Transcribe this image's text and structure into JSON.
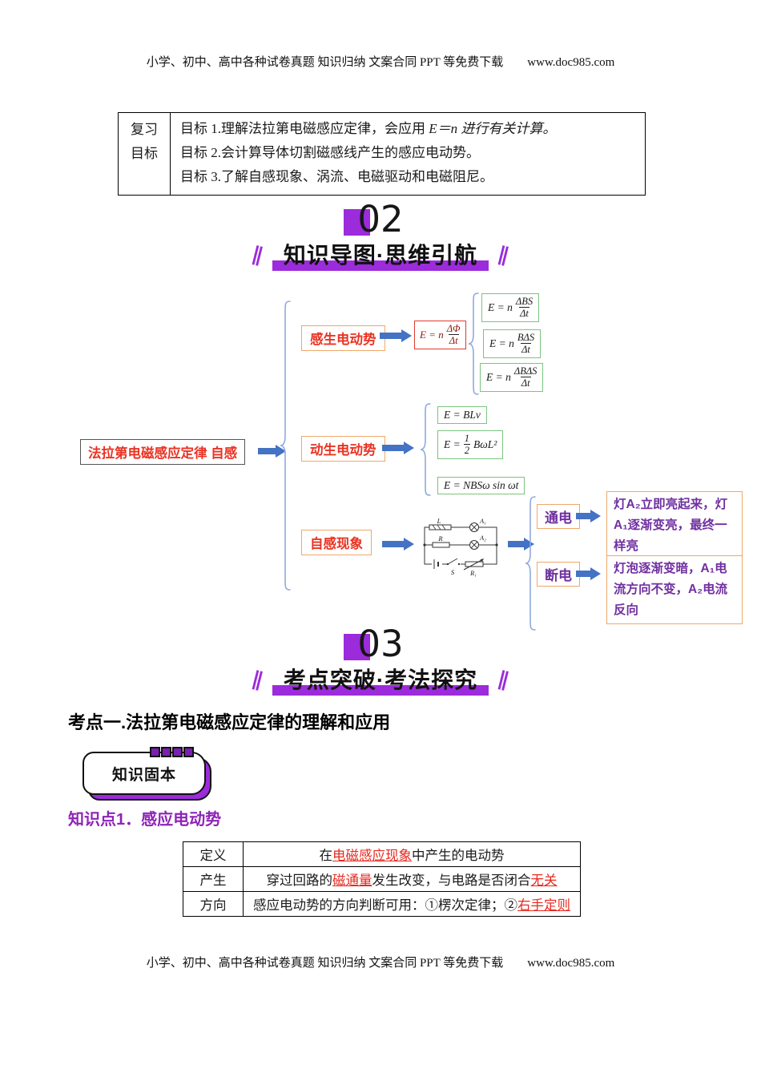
{
  "header": {
    "text": "小学、初中、高中各种试卷真题 知识归纳 文案合同 PPT 等免费下载",
    "site": "www.doc985.com"
  },
  "footer": {
    "text": "小学、初中、高中各种试卷真题 知识归纳 文案合同 PPT 等免费下载",
    "site": "www.doc985.com"
  },
  "deco": {
    "slash": "∥"
  },
  "goals": {
    "label_line1": "复习",
    "label_line2": "目标",
    "item1_prefix": "目标 1.理解法拉第电磁感应定律，会应用 ",
    "item1_italic": "E＝n 进行有关计算。",
    "item2": "目标 2.会计算导体切割磁感线产生的感应电动势。",
    "item3": "目标 3.了解自感现象、涡流、电磁驱动和电磁阻尼。"
  },
  "section02": {
    "number": "02",
    "title": "知识导图·思维引航"
  },
  "section03": {
    "number": "03",
    "title": "考点突破·考法探究"
  },
  "mindmap": {
    "root": "法拉第电磁感应定律 自感",
    "induced": {
      "label": "感生电动势",
      "main": {
        "lead": "E = n",
        "num": "ΔΦ",
        "den": "Δt"
      },
      "f1": {
        "lead": "E = n",
        "num": "ΔBS",
        "den": "Δt"
      },
      "f2": {
        "lead": "E = n",
        "num": "BΔS",
        "den": "Δt"
      },
      "f3": {
        "lead": "E = n",
        "num": "ΔBΔS",
        "den": "Δt"
      }
    },
    "motional": {
      "label": "动生电动势",
      "f1": "E = BLv",
      "f2": {
        "lead": "E =",
        "num": "1",
        "den": "2",
        "tail": "BωL²"
      },
      "f3": "E = NBSω sin ωt"
    },
    "selfind": {
      "label": "自感现象",
      "circuit": {
        "coil": "L",
        "lamp1": "A₁",
        "lamp2": "A₂",
        "resistor": "R",
        "switch": "S",
        "rheostat": "R₁"
      },
      "on": {
        "label": "通电",
        "note": "灯A₂立即亮起来，灯A₁逐渐变亮，最终一样亮"
      },
      "off": {
        "label": "断电",
        "note": "灯泡逐渐变暗，A₁电流方向不变，A₂电流反向"
      }
    }
  },
  "kaodian1": {
    "title": "考点一.法拉第电磁感应定律的理解和应用"
  },
  "badge": {
    "label": "知识固本"
  },
  "kp1": {
    "title": "知识点1．感应电动势"
  },
  "kp_table": {
    "row1": {
      "head": "定义",
      "p1": "在",
      "p2": "电磁感应现象",
      "p3": "中产生的电动势"
    },
    "row2": {
      "head": "产生",
      "p1": "穿过回路的",
      "p2": "磁通量",
      "p3": "发生改变，与电路是否闭合",
      "p4": "无关"
    },
    "row3": {
      "head": "方向",
      "p1": "感应电动势的方向判断可用：①楞次定律；②",
      "p2": "右手定则"
    }
  },
  "colors": {
    "accent_purple": "#9c2bdb",
    "arrow_blue": "#4472c4",
    "brace_blue": "#8faadc",
    "box_orange": "#f0a868",
    "box_green": "#7cc47e",
    "red_text": "#ea3323",
    "deep_purple": "#7030a0"
  }
}
